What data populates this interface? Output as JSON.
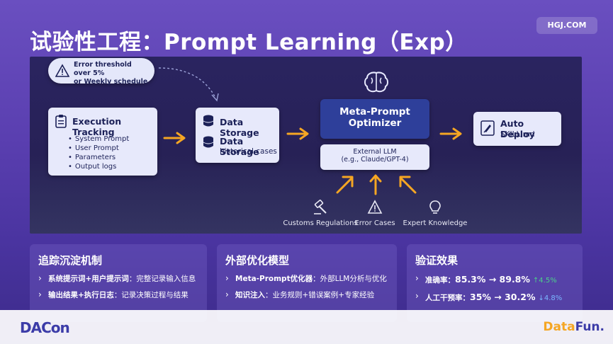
{
  "title": "试验性工程：Prompt Learning（Exp）",
  "badge": "HGJ.COM",
  "diagram": {
    "trigger": {
      "line1": "Error threshold over 5%",
      "line2": "or Weekly schedule"
    },
    "execution": {
      "title": "Execution Tracking",
      "items": [
        "System Prompt",
        "User Prompt",
        "Parameters",
        "Output logs"
      ]
    },
    "storage": {
      "title1": "Data Storage",
      "title2": "Data Storage",
      "subtitle2": "historical cases"
    },
    "optimizer": {
      "line1": "Meta-Prompt",
      "line2": "Optimizer"
    },
    "llm": {
      "line1": "External LLM",
      "line2": "(e.g., Claude/GPT-4)"
    },
    "deploy": {
      "title": "Auto Deploy",
      "subtitle": "SKILL.md"
    },
    "factors": [
      "Customs Regulations",
      "Error Cases",
      "Expert Knowledge"
    ]
  },
  "cards": [
    {
      "title": "追踪沉淀机制",
      "items": [
        {
          "bold": "系统提示词+用户提示词",
          "text": "：完整记录输入信息"
        },
        {
          "bold": "输出结果+执行日志",
          "text": "：记录决策过程与结果"
        }
      ]
    },
    {
      "title": "外部优化模型",
      "items": [
        {
          "bold": "Meta-Prompt优化器",
          "text": "：外部LLM分析与优化"
        },
        {
          "bold": "知识注入",
          "text": "：业务规则+错误案例+专家经验"
        }
      ]
    },
    {
      "title": "验证效果",
      "items": [
        {
          "label": "准确率：",
          "value": "85.3% → 89.8%",
          "delta": "↑4.5%"
        },
        {
          "label": "人工干预率：",
          "value": "35% → 30.2%",
          "delta": "↓4.8%"
        }
      ]
    }
  ],
  "footer": {
    "left_logo_a": "DA",
    "left_logo_b": "Con",
    "right_logo_a": "Data",
    "right_logo_b": "Fun."
  },
  "colors": {
    "accent": "#f5a623",
    "node_bg": "#e7e9fb",
    "optimizer_bg": "#2e3f9a",
    "up": "#4cd08a",
    "down": "#7ab6ff"
  }
}
